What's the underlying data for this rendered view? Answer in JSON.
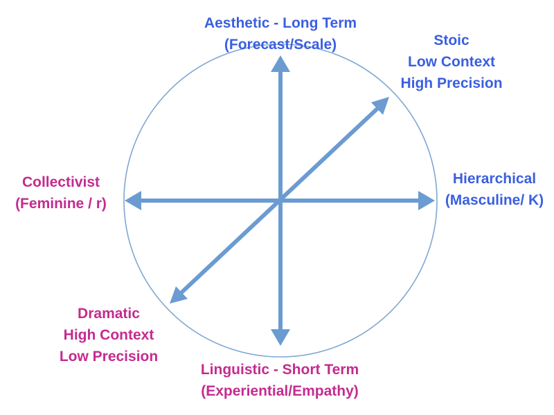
{
  "colors": {
    "circle": "#7fa7d2",
    "arrow": "#6b9bd1",
    "blue_text": "#3a5fe0",
    "pink_text": "#c42b8e"
  },
  "labels": {
    "top": {
      "line1": "Aesthetic - Long Term",
      "line2": "(Forecast/Scale)"
    },
    "top_right": {
      "line1": "Stoic",
      "line2": "Low Context",
      "line3": "High Precision"
    },
    "right": {
      "line1": "Hierarchical",
      "line2": "(Masculine/ K)"
    },
    "left": {
      "line1": "Collectivist",
      "line2": "(Feminine / r)"
    },
    "bottom_left": {
      "line1": "Dramatic",
      "line2": "High Context",
      "line3": "Low Precision"
    },
    "bottom": {
      "line1": "Linguistic - Short Term",
      "line2": "(Experiential/Empathy)"
    }
  }
}
